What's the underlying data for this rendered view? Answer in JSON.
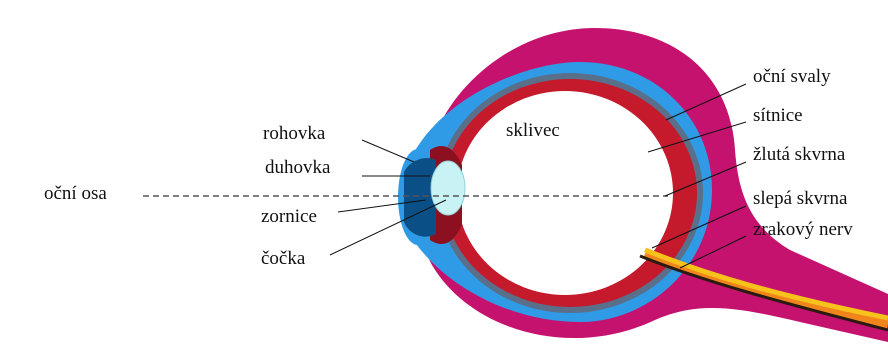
{
  "labels": {
    "rohovka": "rohovka",
    "duhovka": "duhovka",
    "ocni_osa": "oční osa",
    "zornice": "zornice",
    "cocka": "čočka",
    "sklivec": "sklivec",
    "ocni_svaly": "oční svaly",
    "sitnice": "sítnice",
    "zluta_skvrna": "žlutá skvrna",
    "slepa_skvrna": "slepá skvrna",
    "zrakovy_nerv": "zrakový nerv"
  },
  "colors": {
    "muscle": "#c4126e",
    "sclera": "#2f9be6",
    "choroid": "#5a6f8a",
    "retina": "#c41a2c",
    "vitreous": "#ffffff",
    "lens": "#c9f2f4",
    "iris": "#0a4f86",
    "nerve_yellow": "#f7c21c",
    "nerve_orange": "#f0851c",
    "nerve_dark": "#2a1a12",
    "leader": "#111111",
    "axis": "#555555"
  }
}
